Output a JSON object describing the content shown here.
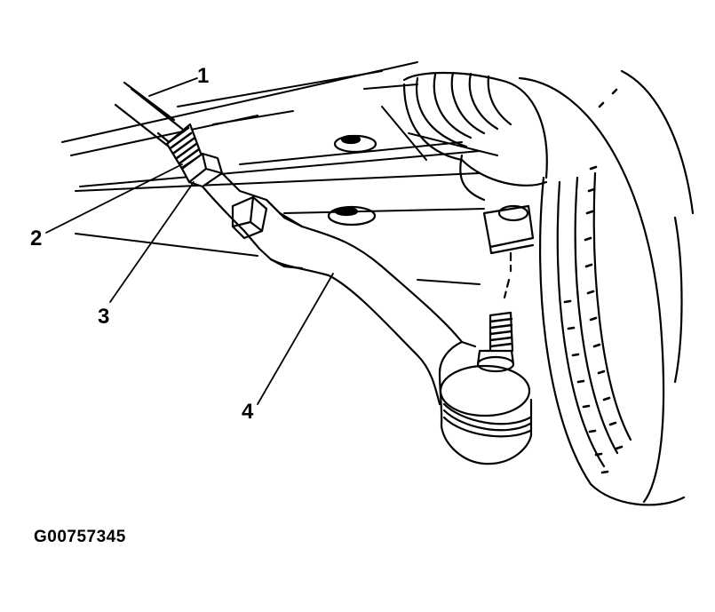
{
  "diagram": {
    "callouts": [
      {
        "id": "1",
        "label": "1"
      },
      {
        "id": "2",
        "label": "2"
      },
      {
        "id": "3",
        "label": "3"
      },
      {
        "id": "4",
        "label": "4"
      }
    ],
    "figure_id": "G00757345",
    "colors": {
      "ink": "#000000",
      "paper": "#ffffff"
    }
  }
}
